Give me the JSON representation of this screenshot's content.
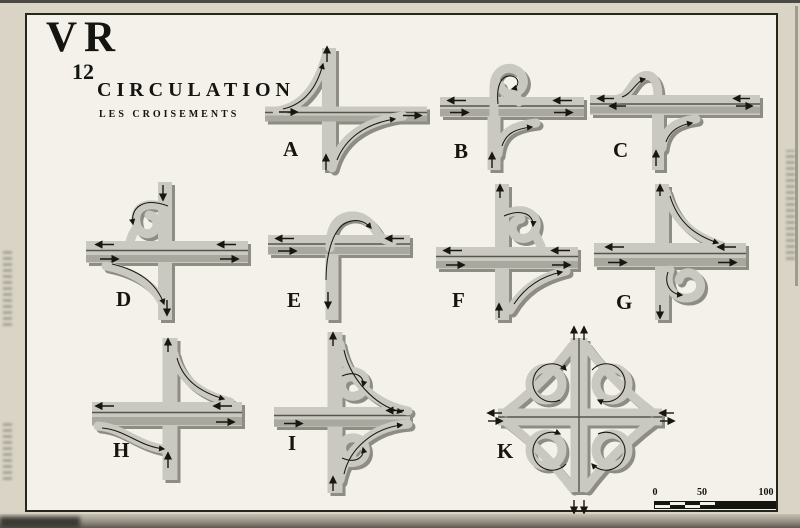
{
  "plate": {
    "series_label": "VR",
    "plate_number": "12",
    "title": "CIRCULATION",
    "subtitle": "LES CROISEMENTS"
  },
  "diagrams": [
    {
      "label": "A",
      "type": "crossroads-with-two-diagonal-ramps"
    },
    {
      "label": "B",
      "type": "t-junction-with-loop-ramp"
    },
    {
      "label": "C",
      "type": "t-junction-with-overpass-hump-left"
    },
    {
      "label": "D",
      "type": "crossroads-loop-upper-left-diagonal-lower-left"
    },
    {
      "label": "E",
      "type": "t-junction-with-overpass-hump-right"
    },
    {
      "label": "F",
      "type": "crossroads-loop-upper-right-diagonal-lower-right"
    },
    {
      "label": "G",
      "type": "crossroads-diagonal-upper-right-loop-lower-right"
    },
    {
      "label": "H",
      "type": "crossroads-with-two-opposite-diagonal-ramps"
    },
    {
      "label": "I",
      "type": "half-cloverleaf-two-loops-right"
    },
    {
      "label": "K",
      "type": "full-cloverleaf-four-loops"
    }
  ],
  "scale_bar": {
    "ticks": [
      "0",
      "50",
      "100"
    ]
  },
  "colors": {
    "paper": "#f3f1ea",
    "margin_paper": "#d9d4c6",
    "road_fill": "#cac9c1",
    "road_shadow": "#8e8d84",
    "road_inner_band": "#a9a89f",
    "ink": "#17170f"
  }
}
